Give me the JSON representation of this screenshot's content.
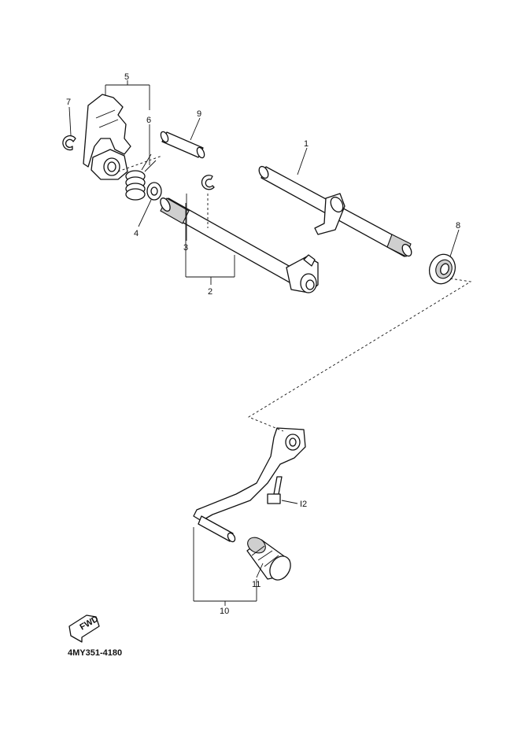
{
  "callouts": [
    "1",
    "2",
    "3",
    "4",
    "5",
    "6",
    "7",
    "8",
    "9",
    "10",
    "11",
    "I2"
  ],
  "fwd_text": "FWD",
  "drawing_code": "4MY351-4180"
}
